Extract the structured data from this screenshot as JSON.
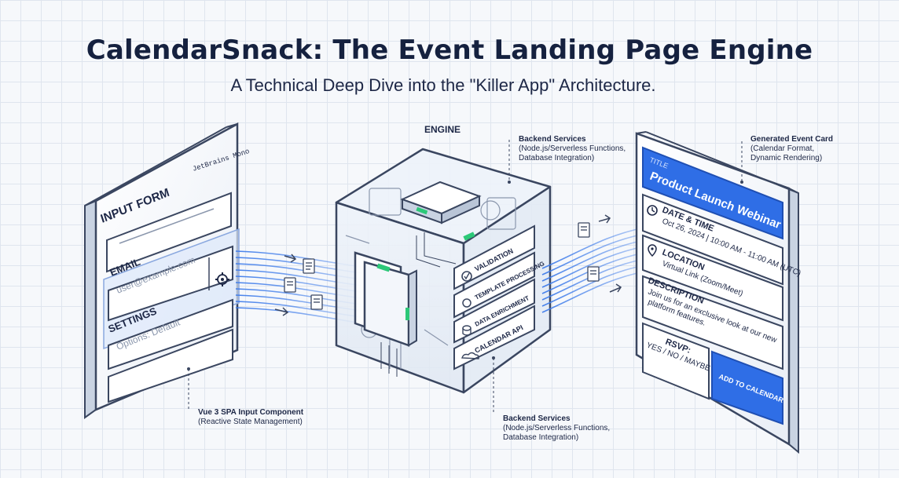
{
  "title": "CalendarSnack: The Event Landing Page Engine",
  "subtitle": "A Technical Deep Dive into the \"Killer App\" Architecture.",
  "input_form": {
    "brand_tag": "JetBrains Mono",
    "heading": "INPUT FORM",
    "email_label": "EMAIL",
    "email_placeholder": "user@example.com",
    "settings_label": "SETTINGS",
    "settings_placeholder": "Options: Default",
    "callout_title": "Vue 3 SPA Input Component",
    "callout_sub": "(Reactive State Management)"
  },
  "engine": {
    "label": "ENGINE",
    "modules": [
      "VALIDATION",
      "TEMPLATE PROCESSING",
      "DATA ENRICHMENT",
      "CALENDAR API"
    ],
    "callout_top_title": "Backend Services",
    "callout_top_line1": "(Node.js/Serverless Functions,",
    "callout_top_line2": "Database Integration)",
    "callout_bottom_title": "Backend Services",
    "callout_bottom_line1": "(Node.js/Serverless Functions,",
    "callout_bottom_line2": "Database Integration)"
  },
  "event_card": {
    "title_tag": "TITLE",
    "title": "Product Launch Webinar",
    "datetime_label": "DATE & TIME",
    "datetime_value": "Oct 26, 2024 | 10:00 AM - 11:00 AM (UTC)",
    "location_label": "LOCATION",
    "location_value": "Virtual Link (Zoom/Meet)",
    "description_label": "DESCRIPTION",
    "description_line1": "Join us for an exclusive look at our new",
    "description_line2": "platform features.",
    "rsvp_label": "RSVP:",
    "rsvp_options": "YES / NO / MAYBE",
    "add_button": "ADD TO CALENDAR",
    "callout_title": "Generated Event Card",
    "callout_line1": "(Calendar Format,",
    "callout_line2": "Dynamic Rendering)"
  },
  "colors": {
    "accent_blue": "#2f6ee6",
    "green_led": "#2cc878",
    "outline": "#3a4660"
  }
}
